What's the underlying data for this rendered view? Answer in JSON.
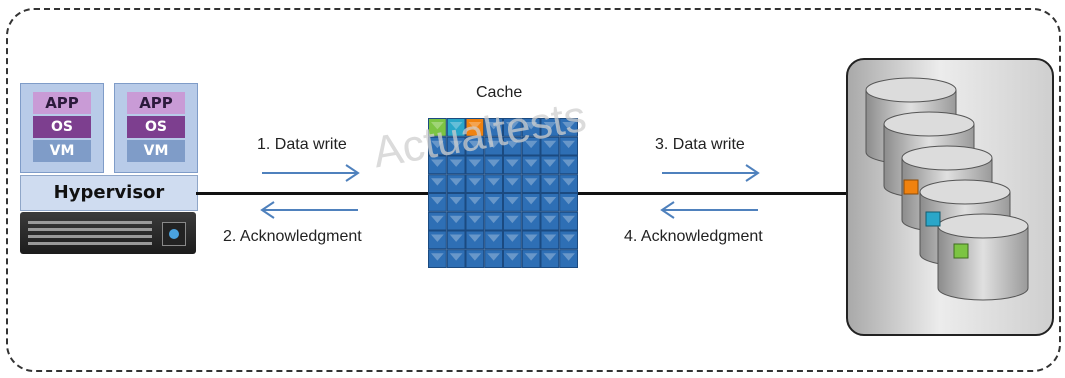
{
  "hosts": [
    {
      "app": "APP",
      "os": "OS",
      "vm": "VM"
    },
    {
      "app": "APP",
      "os": "OS",
      "vm": "VM"
    }
  ],
  "hypervisor": "Hypervisor",
  "cache": {
    "title": "Cache"
  },
  "flows": {
    "step1": "1. Data write",
    "step2": "2. Acknowledgment",
    "step3": "3. Data write",
    "step4": "4. Acknowledgment"
  },
  "watermark": "Actualtests",
  "colors": {
    "arrow": "#4f81bd",
    "cache_cell": "#2e6fb5",
    "highlight_green": "#7cc443",
    "highlight_cyan": "#2aa6c9",
    "highlight_orange": "#f0820f"
  }
}
